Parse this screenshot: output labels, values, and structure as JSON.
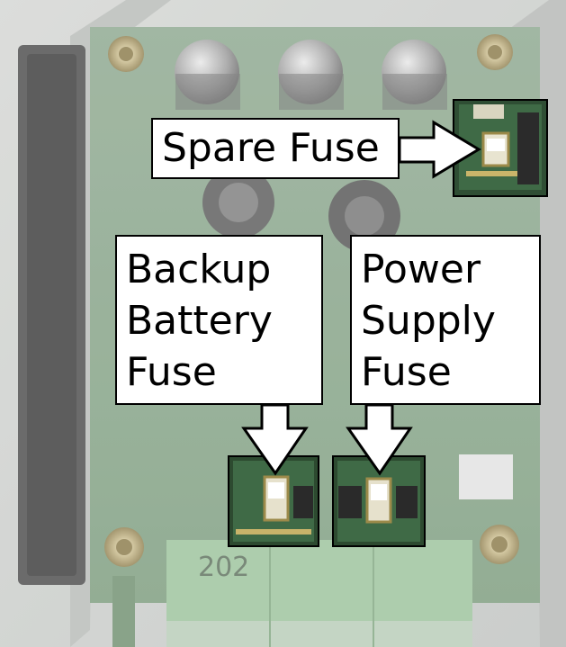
{
  "labels": {
    "spare": [
      "Spare Fuse"
    ],
    "backup": [
      "Backup",
      "Battery",
      "Fuse"
    ],
    "power": [
      "Power",
      "Supply",
      "Fuse"
    ]
  },
  "board_marking": "202",
  "colors": {
    "pcb": "#6d9470",
    "terminal_block": "#9cc39c",
    "arrow_fill": "#ffffff",
    "label_background": "#ffffff",
    "label_text": "#000000"
  }
}
